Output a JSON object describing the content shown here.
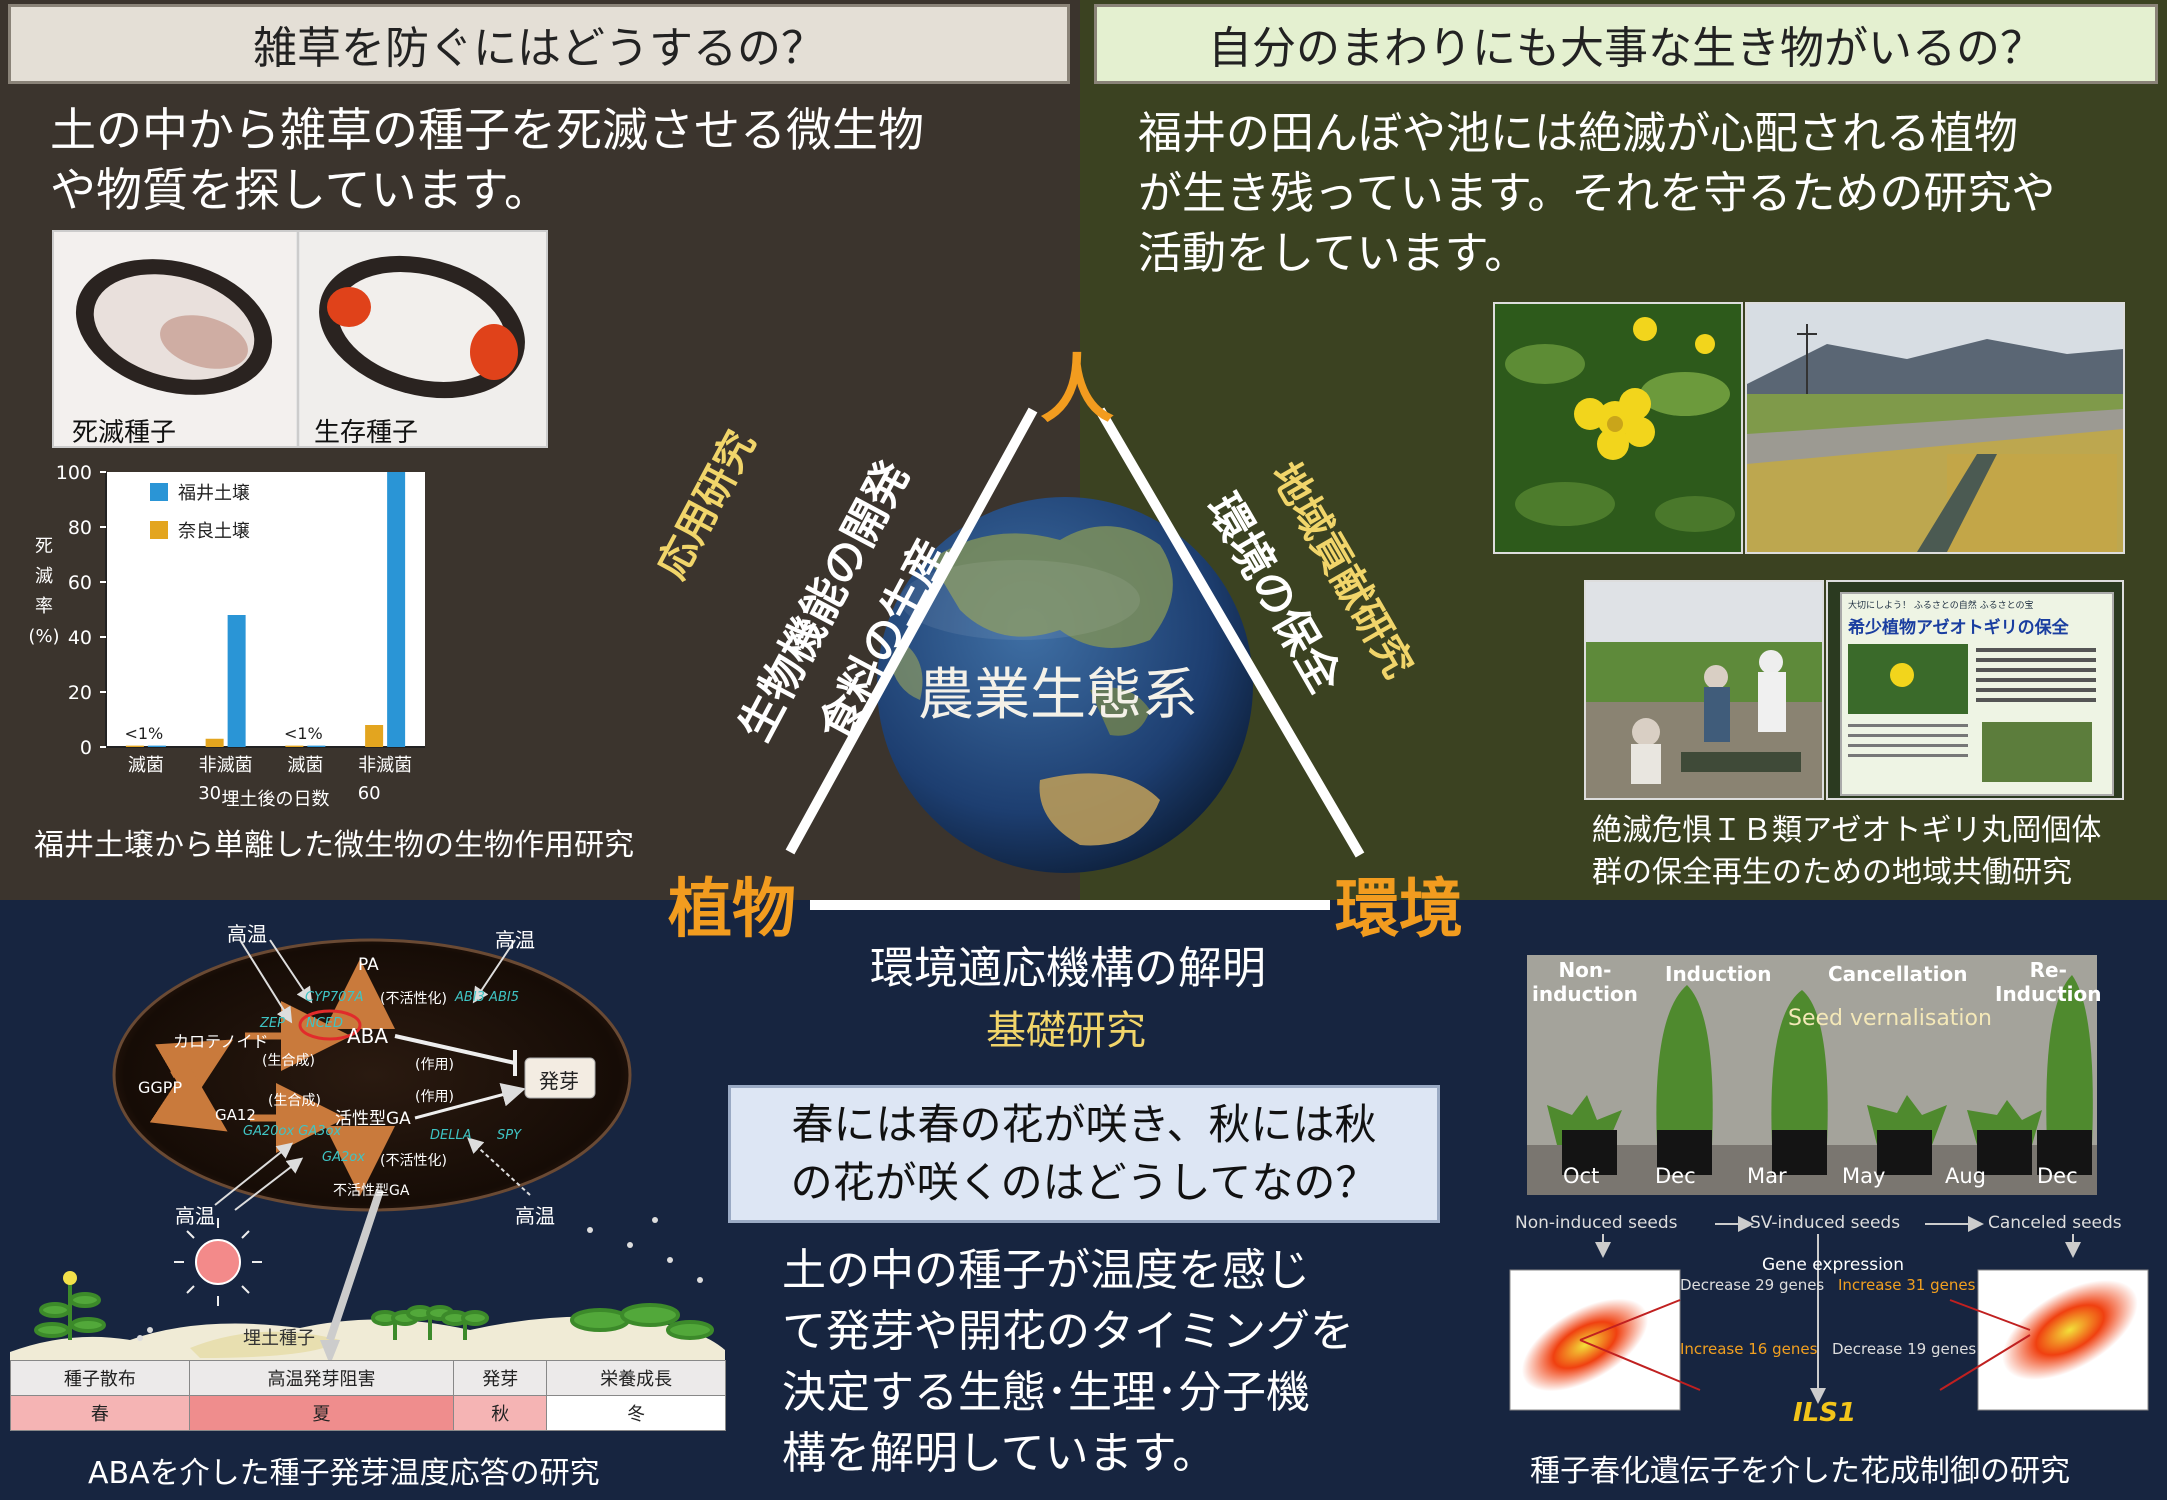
{
  "top_left": {
    "banner": "雑草を防ぐにはどうするの？",
    "lead": "土の中から雑草の種子を死滅させる微生物や物質を探しています。",
    "lead_line1": "土の中から雑草の種子を死滅させる微生物",
    "lead_line2": "や物質を探しています。",
    "photo_labels": [
      "死滅種子",
      "生存種子"
    ],
    "caption": "福井土壌から単離した微生物の生物作用研究"
  },
  "top_right": {
    "banner": "自分のまわりにも大事な生き物がいるの？",
    "lead_line1": "福井の田んぼや池には絶滅が心配される植物",
    "lead_line2": "が生き残っています。それを守るための研究や",
    "lead_line3": "活動をしています。",
    "sign_header": "大切にしよう！ ふるさとの自然 ふるさとの宝",
    "sign_title": "希少植物アゼオトギリの保全",
    "caption_line1": "絶滅危惧ＩＢ類アゼオトギリ丸岡個体",
    "caption_line2": "群の保全再生のための地域共働研究"
  },
  "center": {
    "apex_top": "人",
    "apex_left": "植物",
    "apex_right": "環境",
    "globe_label": "農業生態系",
    "left_side_1": "応用研究",
    "left_side_2": "生物機能の開発",
    "left_side_3": "食料の生産",
    "right_side_1": "地域貢献研究",
    "right_side_2": "環境の保全",
    "bottom_1": "環境適応機構の解明",
    "bottom_2": "基礎研究"
  },
  "bottom_center": {
    "question_line1": "春には春の花が咲き、秋には秋",
    "question_line2": "の花が咲くのはどうしてなの？",
    "answer_line1": "土の中の種子が温度を感じ",
    "answer_line2": "て発芽や開花のタイミングを",
    "answer_line3": "決定する生態･生理･分子機",
    "answer_line4": "構を解明しています。"
  },
  "bottom_left": {
    "pathway": {
      "high_temp": "高温",
      "PA": "PA",
      "inactivation": "(不活性化)",
      "CYP707A": "CYP707A",
      "NCED": "NCED",
      "ZEP": "ZEP",
      "ABI3_ABI5": "ABI3 ABI5",
      "carotenoid": "カロテノイド",
      "ABA": "ABA",
      "biosynthesis": "(生合成)",
      "action": "(作用)",
      "germination": "発芽",
      "GGPP": "GGPP",
      "GA12": "GA12",
      "GA20ox_GA3ox": "GA20ox GA3ox",
      "active_GA": "活性型GA",
      "DELLA": "DELLA",
      "SPY": "SPY",
      "GA2ox": "GA2ox",
      "inactive_GA": "不活性型GA"
    },
    "buried_seed": "埋土種子",
    "stages": [
      "種子散布",
      "高温発芽阻害",
      "発芽",
      "栄養成長"
    ],
    "seasons": [
      "春",
      "夏",
      "秋",
      "冬"
    ],
    "caption": "ABAを介した種子発芽温度応答の研究"
  },
  "bottom_right": {
    "stage_labels": [
      "Non-\ninduction",
      "Induction",
      "Cancellation",
      "Re-\nInduction"
    ],
    "seed_vernalisation": "Seed vernalisation",
    "months": [
      "Oct",
      "Dec",
      "Mar",
      "May",
      "Aug",
      "Dec"
    ],
    "flow": [
      "Non-induced seeds",
      "SV-induced seeds",
      "Canceled seeds"
    ],
    "gene_expression": "Gene expression",
    "decrease29": "Decrease 29 genes",
    "increase31": "Increase 31 genes",
    "increase16": "Increase 16 genes",
    "decrease19": "Decrease 19 genes",
    "gene": "ILS1",
    "caption": "種子春化遺伝子を介した花成制御の研究"
  },
  "chart_data": {
    "type": "bar",
    "ylabel": "死滅率(%)",
    "xlabel": "埋土後の日数",
    "ylim": [
      0,
      100
    ],
    "yticks": [
      0,
      20,
      40,
      60,
      80,
      100
    ],
    "groups": [
      "30",
      "60"
    ],
    "categories": [
      "滅菌",
      "非滅菌",
      "滅菌",
      "非滅菌"
    ],
    "series": [
      {
        "name": "福井土壌",
        "color": "#2a95d6",
        "values": [
          0.5,
          48,
          0.5,
          100
        ]
      },
      {
        "name": "奈良土壌",
        "color": "#e3a51f",
        "values": [
          0.5,
          3,
          0.5,
          8
        ]
      }
    ],
    "annotations": [
      "<1%",
      "<1%"
    ]
  }
}
